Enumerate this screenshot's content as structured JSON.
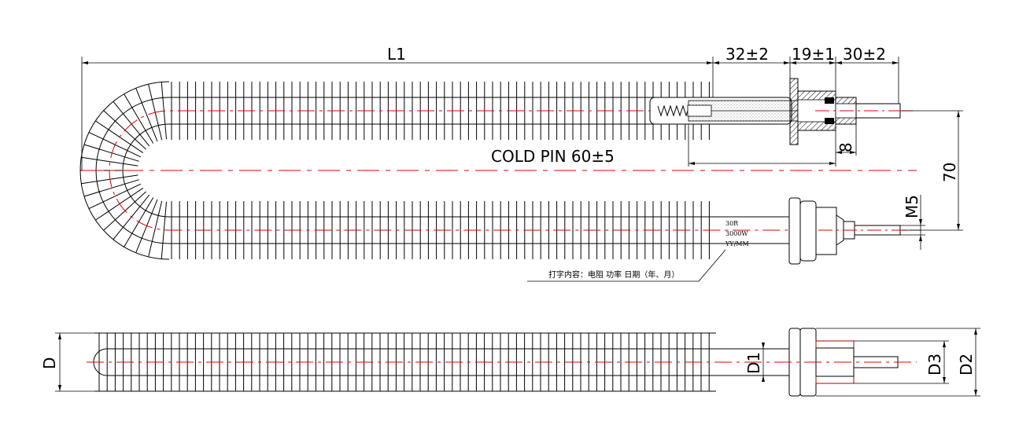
{
  "dimensions": {
    "l1": "L1",
    "a": "32±2",
    "b": "19±1",
    "c": "30±2",
    "cold_pin": "COLD PIN 60±5",
    "spacing": "70",
    "thread": "M5",
    "eight": "8",
    "d": "D",
    "d1": "D1",
    "d2": "D2",
    "d3": "D3"
  },
  "marking": {
    "line1": "30R",
    "line2": "3000W",
    "line3": "YY/MM",
    "note": "打字内容：电阻 功率 日期（年、月）"
  },
  "colors": {
    "line": "#000000",
    "centerline": "#e00000",
    "insulation": "#9a9a9a"
  }
}
